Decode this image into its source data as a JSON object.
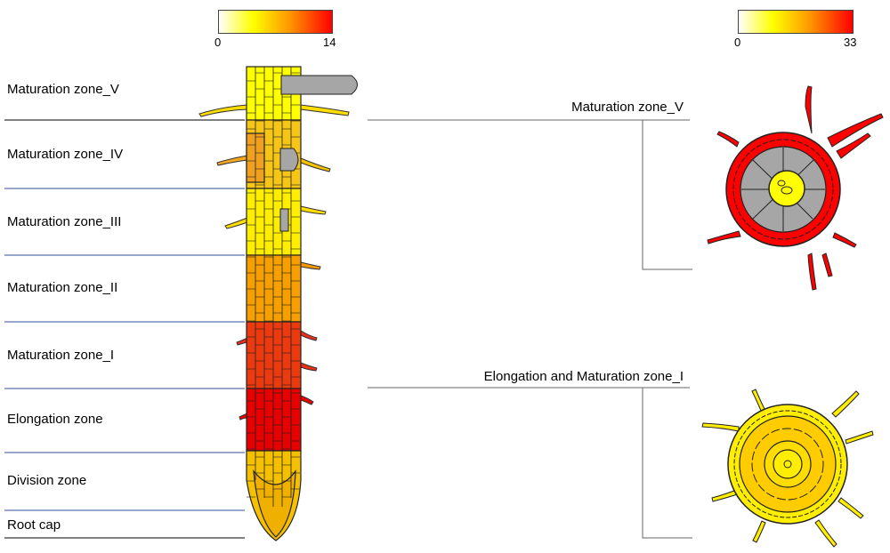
{
  "colorbars": [
    {
      "min": "0",
      "max": "14"
    },
    {
      "min": "0",
      "max": "33"
    }
  ],
  "zones": [
    {
      "label": "Maturation zone_V"
    },
    {
      "label": "Maturation zone_IV"
    },
    {
      "label": "Maturation zone_III"
    },
    {
      "label": "Maturation zone_II"
    },
    {
      "label": "Maturation zone_I"
    },
    {
      "label": "Elongation zone"
    },
    {
      "label": "Division zone"
    },
    {
      "label": "Root cap"
    }
  ],
  "cross_sections": [
    {
      "label": "Maturation zone_V",
      "outer_color": "#ff0000",
      "stele_color": "#ffff00",
      "cortex_color": "#a6a6a6"
    },
    {
      "label": "Elongation and Maturation zone_I",
      "outer_color": "#ffee00",
      "stele_color": "#ffe000",
      "cortex_color": "#ffcc00"
    }
  ]
}
